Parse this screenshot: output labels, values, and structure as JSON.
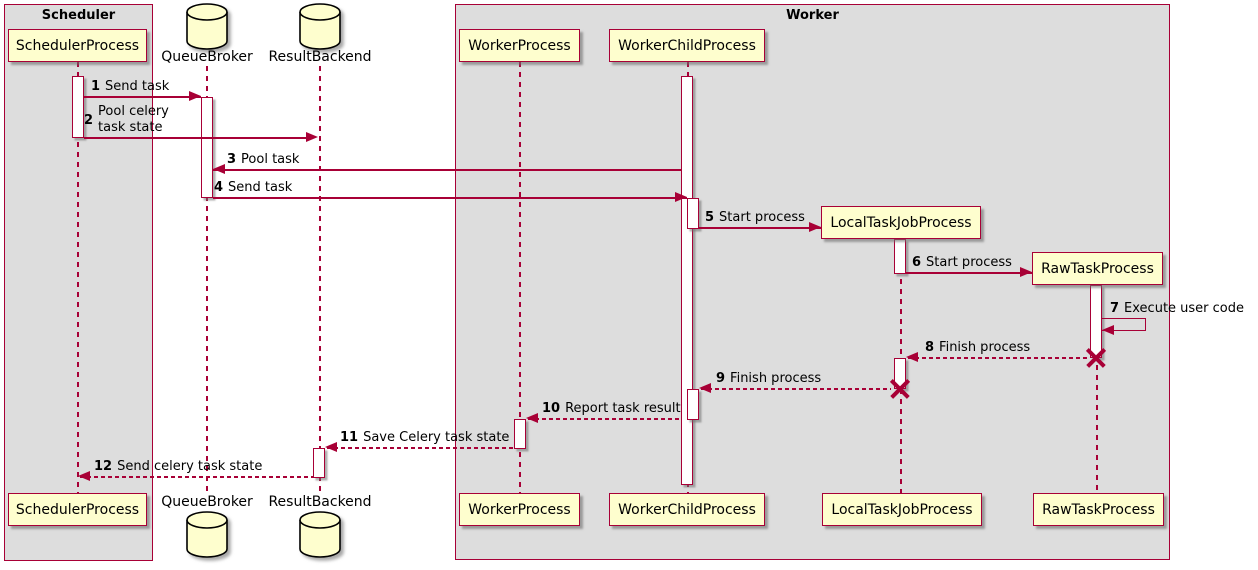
{
  "diagram": {
    "frames": {
      "scheduler": {
        "title": "Scheduler"
      },
      "worker": {
        "title": "Worker"
      }
    },
    "participants": {
      "scheduler_process": "SchedulerProcess",
      "queue_broker": "QueueBroker",
      "result_backend": "ResultBackend",
      "worker_process": "WorkerProcess",
      "worker_child_process": "WorkerChildProcess",
      "local_task_job_process": "LocalTaskJobProcess",
      "raw_task_process": "RawTaskProcess"
    },
    "messages": [
      {
        "num": "1",
        "text": "Send task",
        "from": "SchedulerProcess",
        "to": "QueueBroker",
        "style": "solid"
      },
      {
        "num": "2",
        "text": "Pool celery\ntask state",
        "from": "SchedulerProcess",
        "to": "ResultBackend",
        "style": "solid"
      },
      {
        "num": "3",
        "text": "Pool task",
        "from": "WorkerChildProcess",
        "to": "QueueBroker",
        "style": "solid"
      },
      {
        "num": "4",
        "text": "Send task",
        "from": "QueueBroker",
        "to": "WorkerChildProcess",
        "style": "solid"
      },
      {
        "num": "5",
        "text": "Start process",
        "from": "WorkerChildProcess",
        "to": "LocalTaskJobProcess",
        "style": "solid"
      },
      {
        "num": "6",
        "text": "Start process",
        "from": "LocalTaskJobProcess",
        "to": "RawTaskProcess",
        "style": "solid"
      },
      {
        "num": "7",
        "text": "Execute user code",
        "from": "RawTaskProcess",
        "to": "RawTaskProcess",
        "style": "self"
      },
      {
        "num": "8",
        "text": "Finish process",
        "from": "RawTaskProcess",
        "to": "LocalTaskJobProcess",
        "style": "dashed"
      },
      {
        "num": "9",
        "text": "Finish process",
        "from": "LocalTaskJobProcess",
        "to": "WorkerChildProcess",
        "style": "dashed"
      },
      {
        "num": "10",
        "text": "Report task result",
        "from": "WorkerChildProcess",
        "to": "WorkerProcess",
        "style": "dashed"
      },
      {
        "num": "11",
        "text": "Save Celery task state",
        "from": "WorkerProcess",
        "to": "ResultBackend",
        "style": "dashed"
      },
      {
        "num": "12",
        "text": "Send celery task state",
        "from": "ResultBackend",
        "to": "SchedulerProcess",
        "style": "dashed"
      }
    ],
    "colors": {
      "accent": "#A80036",
      "participant_fill": "#FEFECE",
      "frame_fill": "#DDDDDD",
      "activation_fill": "#FFFFFF",
      "background": "#FFFFFF",
      "text": "#000000"
    }
  }
}
